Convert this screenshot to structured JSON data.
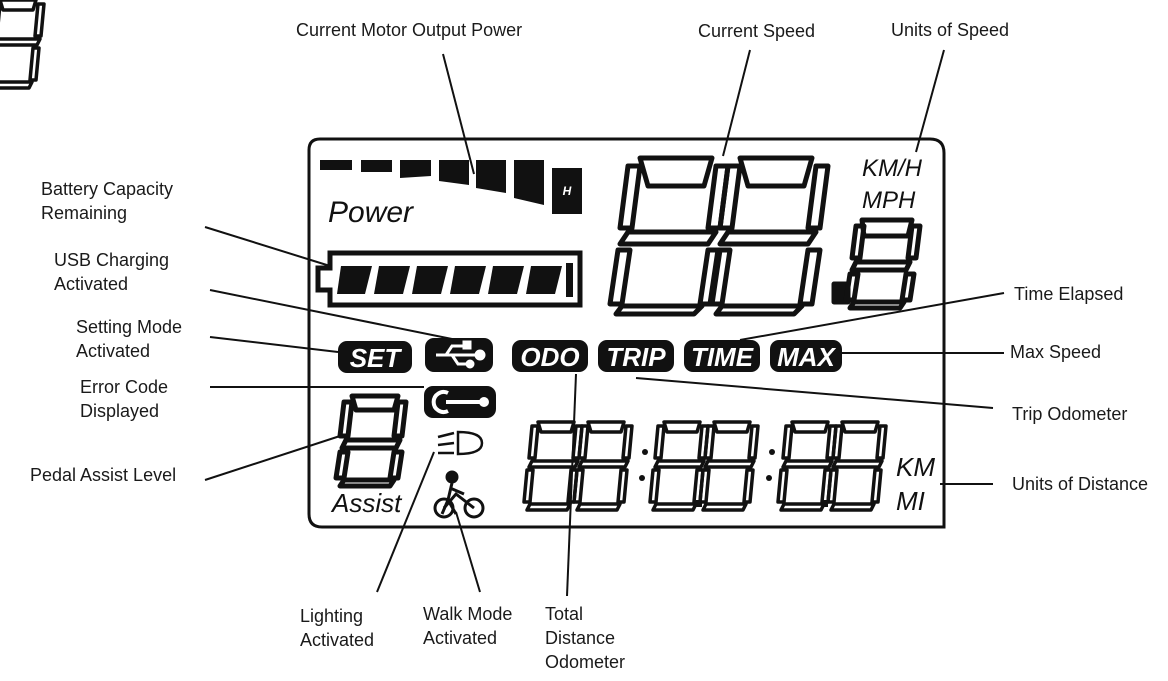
{
  "callouts": {
    "motor_power": "Current Motor Output Power",
    "current_speed": "Current Speed",
    "units_speed": "Units of Speed",
    "battery": [
      "Battery Capacity",
      "Remaining"
    ],
    "usb": [
      "USB Charging",
      "Activated"
    ],
    "setting": [
      "Setting Mode",
      "Activated"
    ],
    "error": [
      "Error Code",
      "Displayed"
    ],
    "pedal": "Pedal Assist Level",
    "time_elapsed": "Time Elapsed",
    "max_speed": "Max Speed",
    "trip_odometer": "Trip Odometer",
    "units_distance": "Units of Distance",
    "lighting": [
      "Lighting",
      "Activated"
    ],
    "walk": [
      "Walk Mode",
      "Activated"
    ],
    "total": [
      "Total",
      "Distance",
      "Odometer"
    ]
  },
  "display": {
    "power_label": "Power",
    "power_high_marker": "H",
    "speed_units": [
      "KM/H",
      "MPH"
    ],
    "distance_units": [
      "KM",
      "MI"
    ],
    "assist_label": "Assist",
    "badges": [
      "SET",
      "ODO",
      "TRIP",
      "TIME",
      "MAX"
    ],
    "power_segments": 7,
    "battery_segments": 7
  },
  "icons": [
    "usb-icon",
    "wrench-icon",
    "headlight-icon",
    "walk-bike-icon"
  ]
}
